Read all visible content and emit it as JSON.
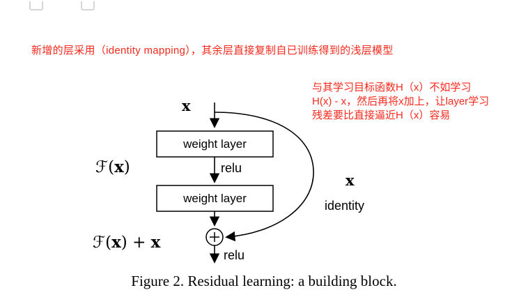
{
  "annotations": {
    "top_note": "新增的层采用（identity mapping），其余层直接复制自已训练得到的浅层模型",
    "side_note_lines": [
      "与其学习目标函数H（x）不如学习",
      "H(x) - x，然后再将x加上，让layer学习",
      "残差要比直接逼近H（x）容易"
    ],
    "note_color": "#f8291d"
  },
  "diagram": {
    "input_label": "x",
    "weight_layer_1_label": "weight layer",
    "weight_layer_2_label": "weight layer",
    "relu_1_label": "relu",
    "relu_2_label": "relu",
    "f_term": {
      "func": "ℱ(",
      "arg": "x",
      "close": ")"
    },
    "output_term": {
      "func": "ℱ(",
      "arg": "x",
      "close": ") + ",
      "arg2": "x"
    },
    "identity_x_label": "x",
    "identity_label": "identity"
  },
  "caption": "Figure 2. Residual learning: a building block."
}
